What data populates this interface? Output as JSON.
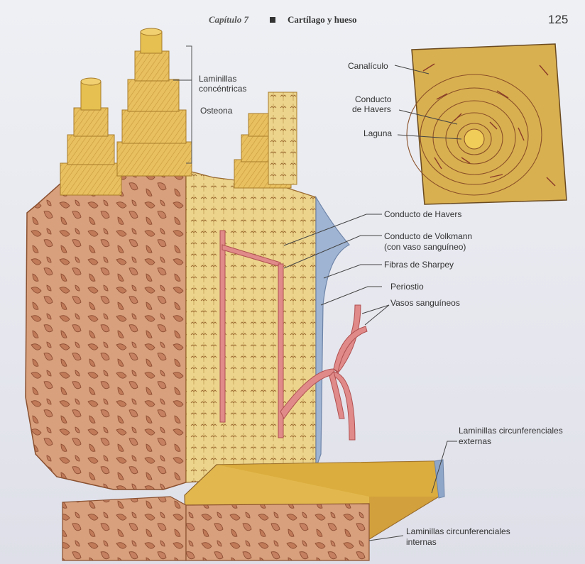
{
  "header": {
    "chapter": "Capítulo 7",
    "title": "Cartílago y hueso",
    "page_number": "125"
  },
  "labels": {
    "laminillas_concentricas_1": "Laminillas",
    "laminillas_concentricas_2": "concéntricas",
    "osteona": "Osteona",
    "canaliculo": "Canalículo",
    "conducto_havers_inset_1": "Conducto",
    "conducto_havers_inset_2": "de Havers",
    "laguna": "Laguna",
    "conducto_havers": "Conducto de Havers",
    "conducto_volkmann_1": "Conducto de Volkmann",
    "conducto_volkmann_2": "(con vaso sanguíneo)",
    "fibras_sharpey": "Fibras de Sharpey",
    "periostio": "Periostio",
    "vasos_sanguineos": "Vasos sanguíneos",
    "lam_circ_externas_1": "Laminillas circunferenciales",
    "lam_circ_externas_2": "externas",
    "lam_circ_internas_1": "Laminillas circunferenciales",
    "lam_circ_internas_2": "internas"
  },
  "colors": {
    "spongy_bone": "#d9a07e",
    "compact_bone": "#e8c878",
    "lamella_yellow": "#e6c050",
    "vessel": "#d87878",
    "periosteum": "#8ea6c8",
    "text": "#333333"
  }
}
